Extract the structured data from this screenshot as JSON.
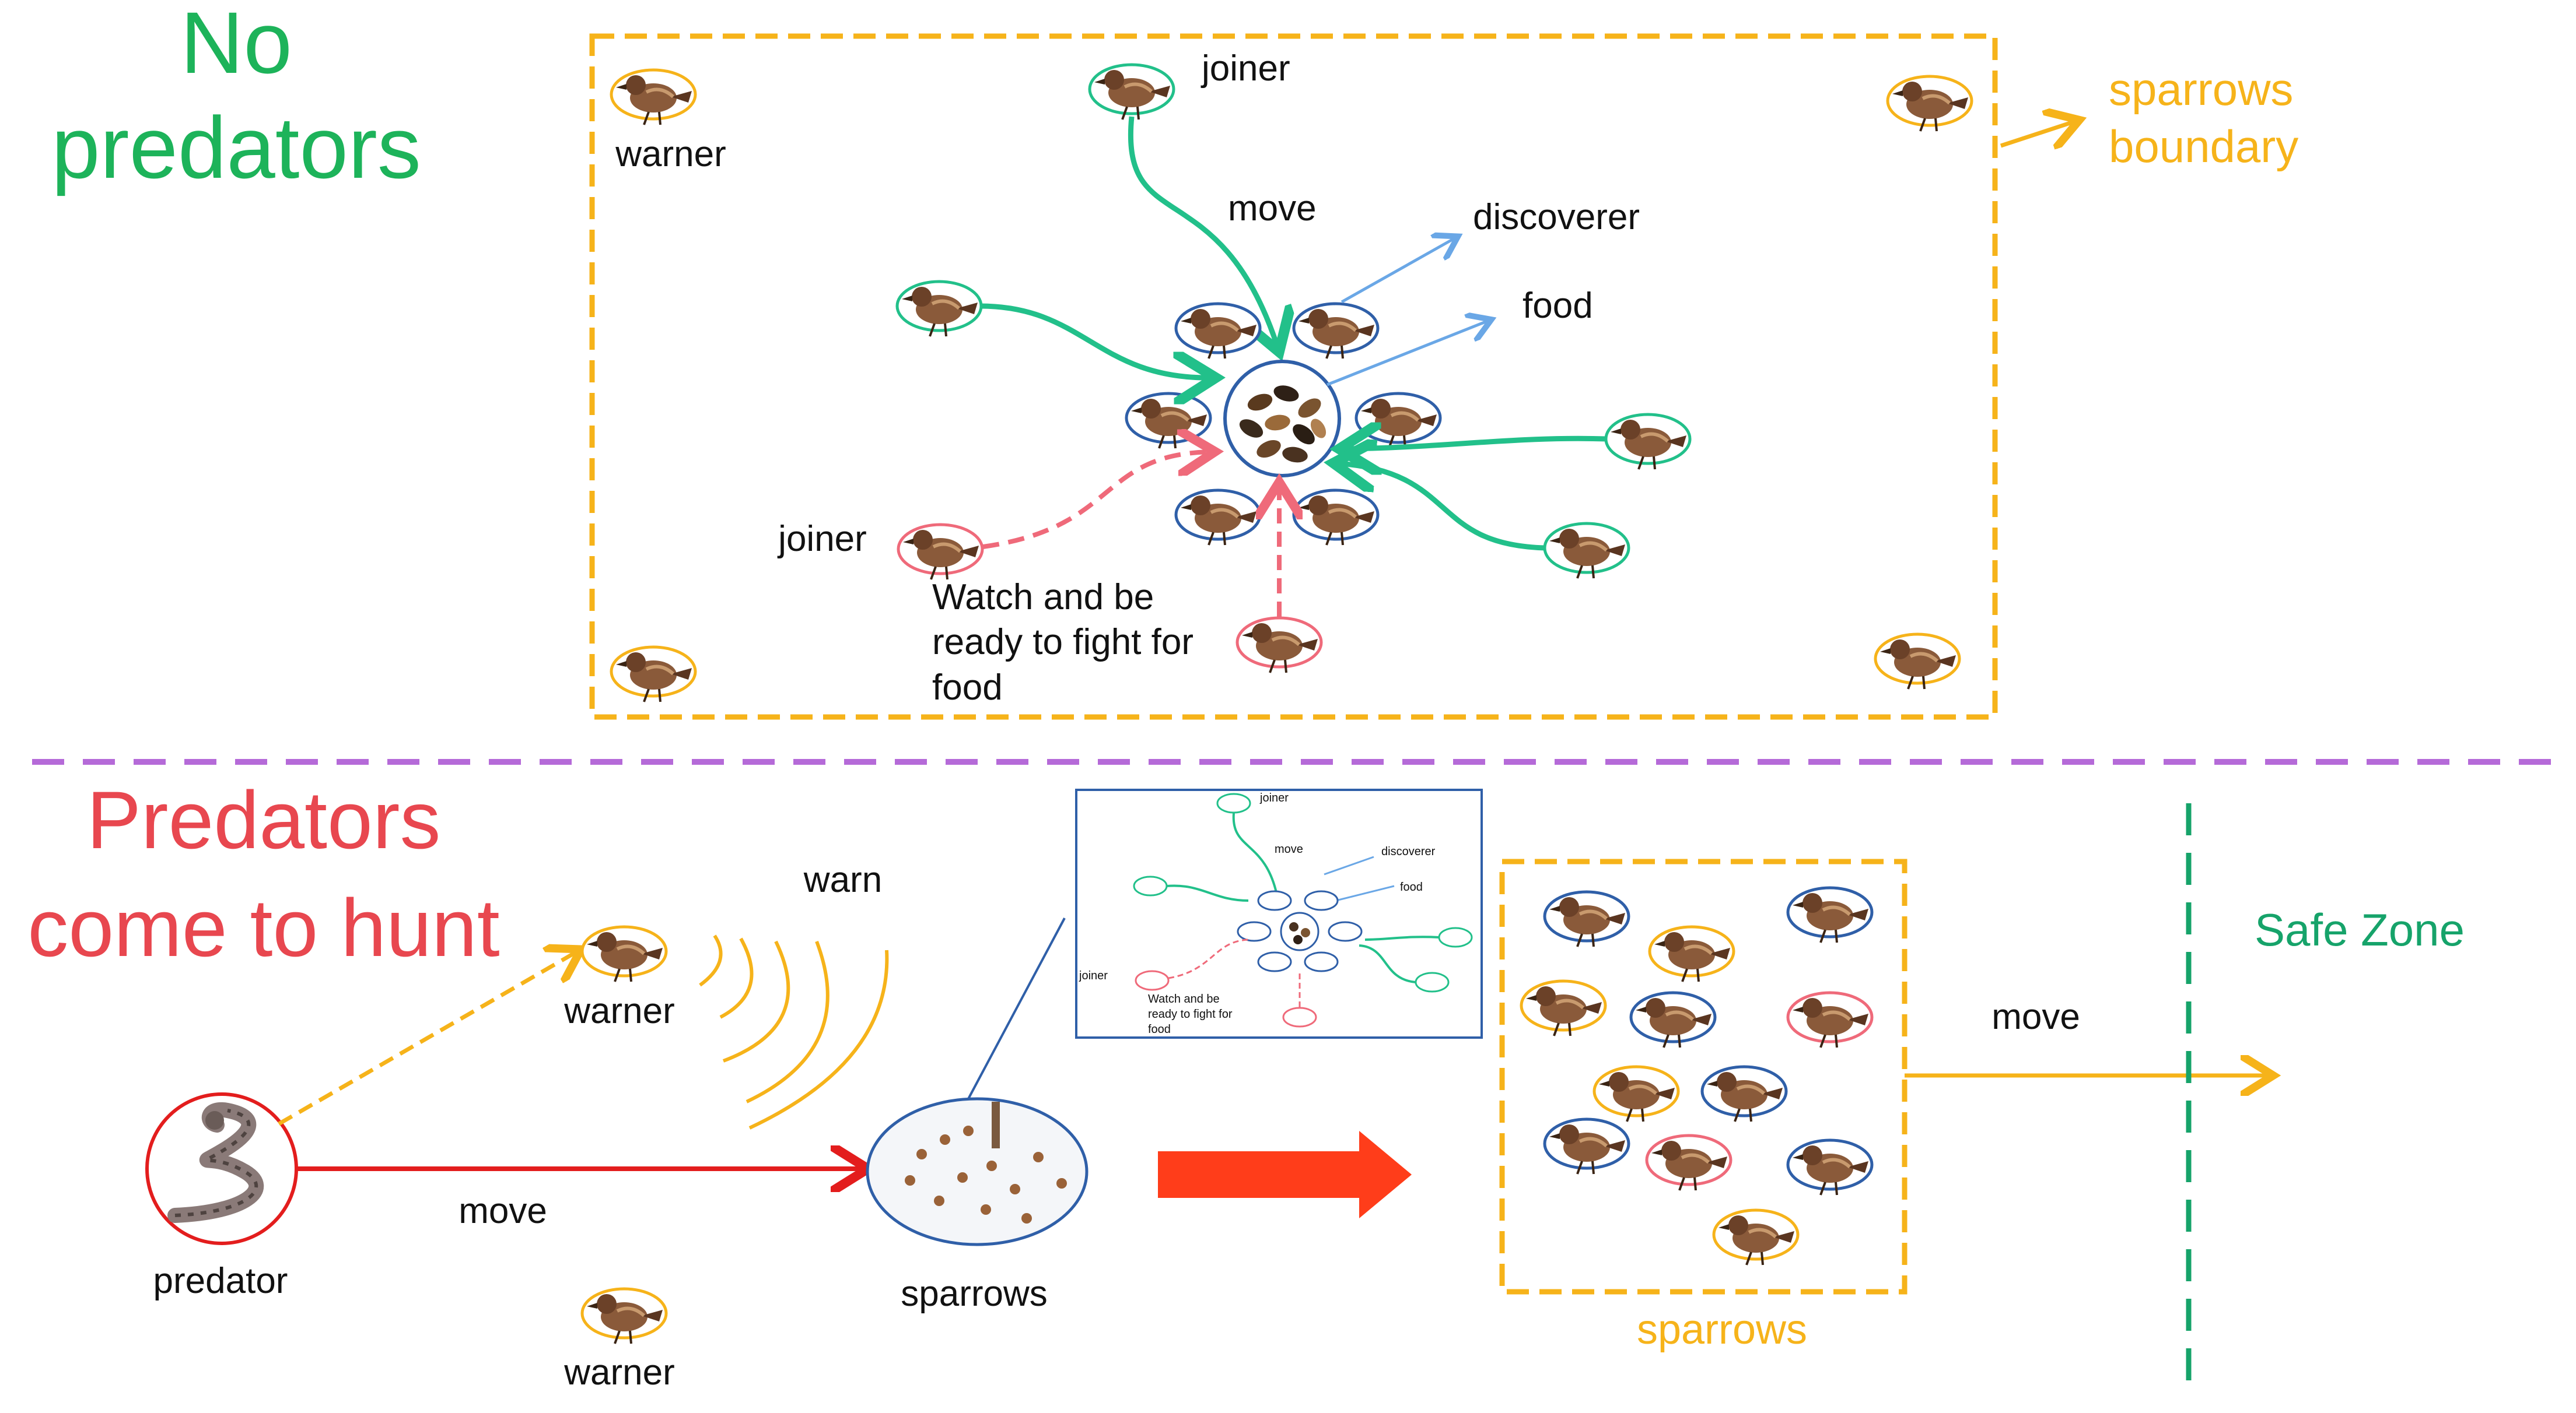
{
  "top": {
    "title_line1": "No",
    "title_line2": "predators",
    "boundary_line1": "sparrows",
    "boundary_line2": "boundary",
    "warner": "warner",
    "joiner_top": "joiner",
    "joiner_left": "joiner",
    "move": "move",
    "discoverer": "discoverer",
    "food": "food",
    "watch_line1": "Watch and be",
    "watch_line2": "ready to fight for",
    "watch_line3": "food"
  },
  "bottom": {
    "title_line1": "Predators",
    "title_line2": "come to hunt",
    "warn": "warn",
    "warner_upper": "warner",
    "warner_lower": "warner",
    "move_predator": "move",
    "predator": "predator",
    "sparrows_photo": "sparrows",
    "sparrows_group": "sparrows",
    "move_group": "move",
    "safe_zone": "Safe Zone"
  },
  "inset": {
    "joiner_top": "joiner",
    "move": "move",
    "discoverer": "discoverer",
    "food": "food",
    "joiner_left": "joiner",
    "watch_line1": "Watch and be",
    "watch_line2": "ready to fight for",
    "watch_line3": "food"
  },
  "colors": {
    "green_title": "#1db35a",
    "red_title": "#e8474f",
    "orange": "#f6b31a",
    "teal": "#22c08a",
    "blue": "#2f5fa8",
    "pink": "#ef6a7a",
    "light_blue_arrow": "#6aa7e6",
    "purple_divider": "#b56ad8",
    "red_arrow": "#e31d1d",
    "big_arrow": "#ff3d1a",
    "safe_green": "#16a36a"
  },
  "icons": [
    "sparrow-icon",
    "snake-icon",
    "seed-pile-icon",
    "sound-wave-icon"
  ]
}
